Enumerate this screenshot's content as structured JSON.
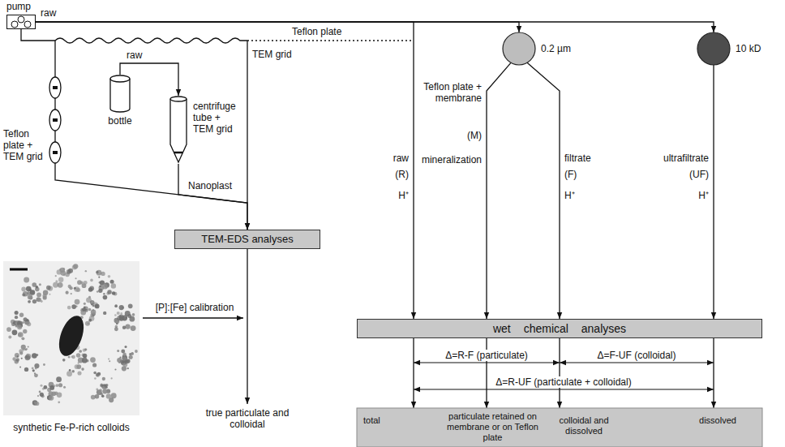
{
  "diagram": {
    "nodes": [
      {
        "text": [
          "pump"
        ]
      },
      {
        "text": [
          "Teflon plate + TEM grid"
        ]
      },
      {
        "text": [
          "bottle"
        ]
      },
      {
        "text": [
          "centrifuge tube + TEM grid"
        ]
      },
      {
        "text": [
          "0.2 µm"
        ]
      },
      {
        "text": [
          "10 kD"
        ]
      },
      {
        "text": [
          "TEM-EDS analyses"
        ]
      },
      {
        "text": [
          "wet chemical analyses"
        ]
      },
      {
        "text": [
          "synthetic Fe-P-rich colloids"
        ]
      },
      {
        "text": [
          "total",
          "particulate retained on membrane or on Teflon plate",
          "colloidal and dissolved",
          "dissolved"
        ]
      }
    ],
    "edges": [
      {
        "from": 0,
        "to": 1,
        "arrow": "none"
      },
      {
        "from": 0,
        "to": 4,
        "arrow": "to"
      },
      {
        "from": 0,
        "to": 5,
        "arrow": "to"
      },
      {
        "from": 0,
        "to": 7,
        "label": "raw",
        "arrow": "to"
      },
      {
        "from": 2,
        "to": 3,
        "label": "raw",
        "arrow": "to"
      },
      {
        "from": 1,
        "to": 6,
        "arrow": "to"
      },
      {
        "from": 3,
        "to": 6,
        "arrow": "to"
      },
      {
        "from": 4,
        "to": 7,
        "label": "Teflon plate + membrane",
        "arrow": "to"
      },
      {
        "from": 4,
        "to": 7,
        "label": "filtrate",
        "arrow": "to"
      },
      {
        "from": 5,
        "to": 7,
        "label": "ultrafiltrate",
        "arrow": "to"
      },
      {
        "from": 7,
        "to": 9,
        "arrow": "to"
      },
      {
        "from": 7,
        "to": 9,
        "arrow": "to"
      },
      {
        "from": 7,
        "to": 9,
        "arrow": "to"
      },
      {
        "from": 7,
        "to": 9,
        "arrow": "to"
      }
    ],
    "labels": [
      "raw",
      "Teflon plate",
      "TEM grid",
      "Nanoplast",
      "(R)",
      "H⁺",
      "(M)",
      "mineralization",
      "(F)",
      "H⁺",
      "(UF)",
      "H⁺",
      "[P]:[Fe] calibration",
      "true particulate and colloidal",
      "Δ=R-F (particulate)",
      "Δ=F-UF (colloidal)",
      "Δ=R-UF (particulate + colloidal)"
    ]
  }
}
